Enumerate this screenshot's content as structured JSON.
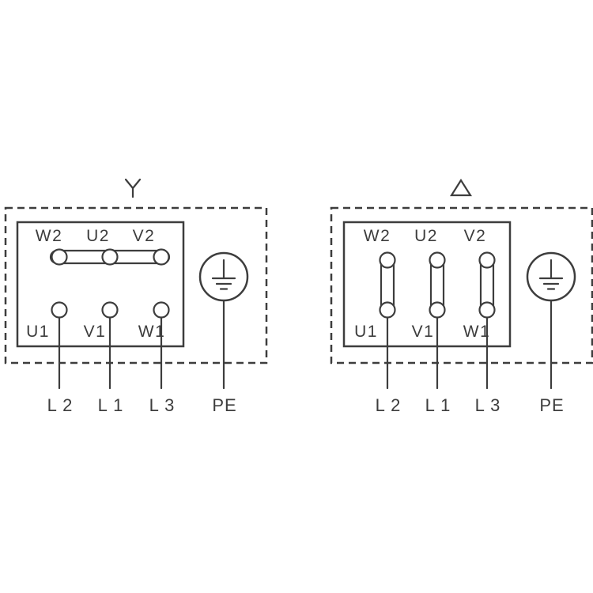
{
  "colors": {
    "line": "#3d3d3d",
    "background": "#ffffff"
  },
  "star": {
    "connection_type": "star",
    "symbol_icon": "y-symbol",
    "top_terminals": [
      "W2",
      "U2",
      "V2"
    ],
    "bottom_terminals": [
      "U1",
      "V1",
      "W1"
    ],
    "leads": [
      "L 2",
      "L 1",
      "L 3"
    ],
    "pe": "PE"
  },
  "delta": {
    "connection_type": "delta",
    "symbol_icon": "triangle-symbol",
    "top_terminals": [
      "W2",
      "U2",
      "V2"
    ],
    "bottom_terminals": [
      "U1",
      "V1",
      "W1"
    ],
    "leads": [
      "L 2",
      "L 1",
      "L 3"
    ],
    "pe": "PE"
  }
}
